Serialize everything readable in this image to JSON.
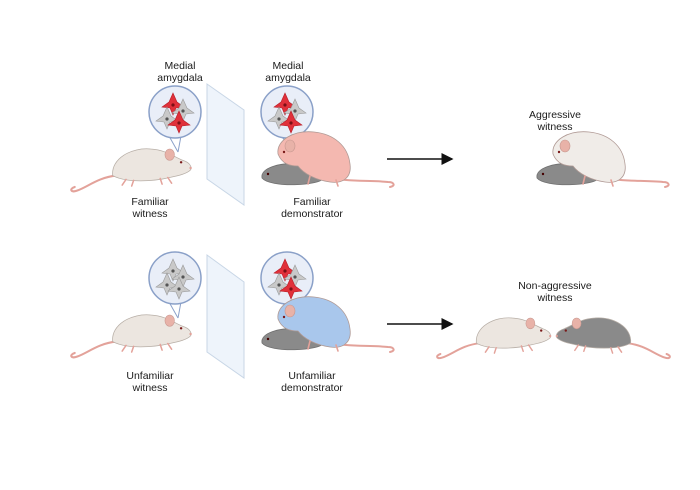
{
  "rows": [
    {
      "witness_label": "Familiar\nwitness",
      "demonstrator_label": "Familiar\ndemonstrator",
      "witness_brain_label": "Medial\namygdala",
      "demonstrator_brain_label": "Medial\namygdala",
      "outcome_label": "Aggressive\nwitness",
      "witness_neurons_active": 2,
      "demonstrator_neurons_active": 2,
      "demonstrator_color": "#f4b8b0"
    },
    {
      "witness_label": "Unfamiliar\nwitness",
      "demonstrator_label": "Unfamiliar\ndemonstrator",
      "witness_brain_label": "",
      "demonstrator_brain_label": "",
      "outcome_label": "Non-aggressive\nwitness",
      "witness_neurons_active": 0,
      "demonstrator_neurons_active": 2,
      "demonstrator_color": "#a9c7ec"
    }
  ],
  "colors": {
    "active_neuron": "#e0303a",
    "inactive_neuron": "#c9c9c9",
    "witness_mouse": "#ece6e0",
    "intruder_mouse": "#8a8a8a",
    "circle_border": "#8aa0c8"
  }
}
